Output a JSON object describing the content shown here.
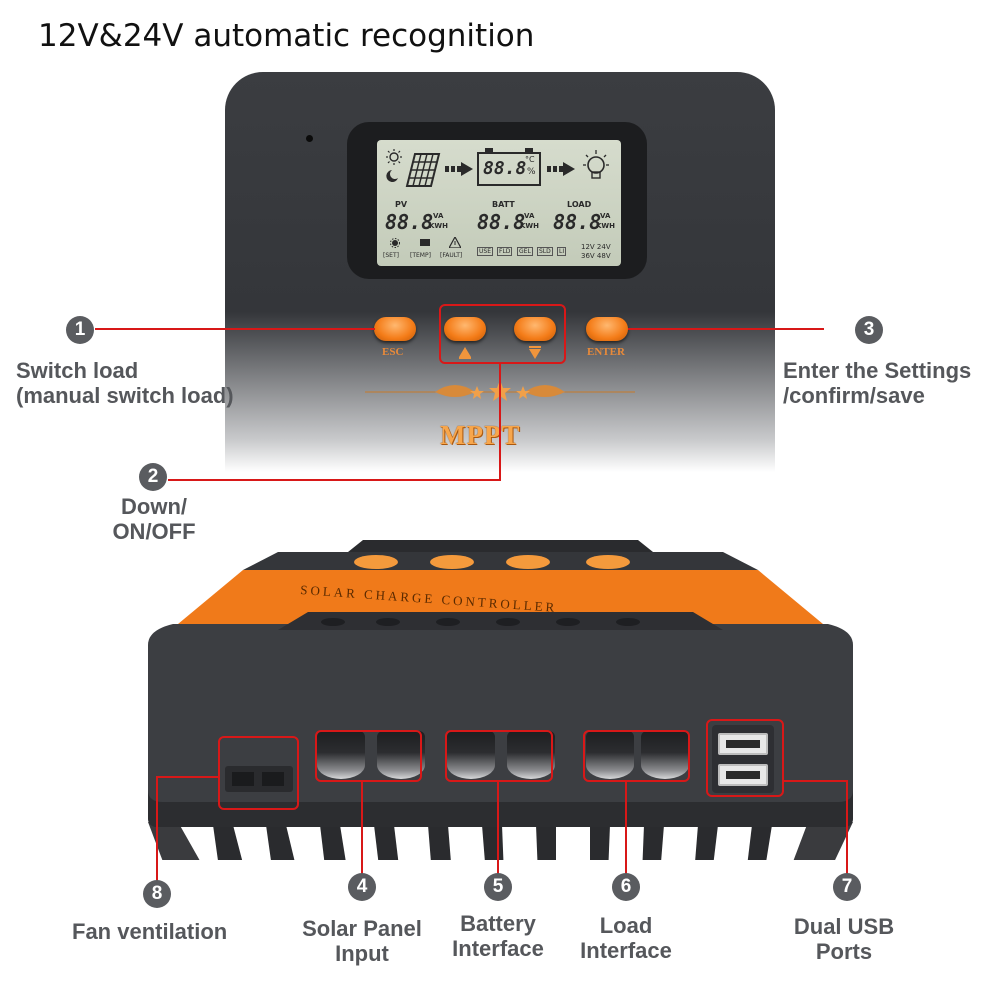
{
  "header": {
    "title": "12V&24V automatic recognition"
  },
  "lcd": {
    "center_digits": "88.8",
    "center_units_top": "°C",
    "center_units_bottom": "%",
    "pv": {
      "label": "PV",
      "value": "88.8",
      "unit_top": "VA",
      "unit_bottom": "KWH"
    },
    "batt": {
      "label": "BATT",
      "value": "88.8",
      "unit_top": "VA",
      "unit_bottom": "KWH"
    },
    "load": {
      "label": "LOAD",
      "value": "88.8",
      "unit_top": "VA",
      "unit_bottom": "KWH"
    },
    "status": [
      "[SET]",
      "[TEMP]",
      "[FAULT]"
    ],
    "battery_types": [
      "USE",
      "FLD",
      "GEL",
      "SLD",
      "LI"
    ],
    "voltages_row1": "12V 24V",
    "voltages_row2": "36V 48V"
  },
  "buttons": {
    "esc": "ESC",
    "enter": "ENTER"
  },
  "brand": {
    "logo": "MPPT",
    "top_face": "SOLAR CHARGE CONTROLLER"
  },
  "callouts": [
    {
      "number": "1",
      "line1": "Switch load",
      "line2": "(manual switch load)"
    },
    {
      "number": "2",
      "line1": "Down/",
      "line2": "ON/OFF"
    },
    {
      "number": "3",
      "line1": "Enter the Settings",
      "line2": "/confirm/save"
    },
    {
      "number": "4",
      "line1": "Solar Panel",
      "line2": "Input"
    },
    {
      "number": "5",
      "line1": "Battery",
      "line2": "Interface"
    },
    {
      "number": "6",
      "line1": "Load",
      "line2": "Interface"
    },
    {
      "number": "7",
      "line1": "Dual USB",
      "line2": "Ports"
    },
    {
      "number": "8",
      "line1": "Fan ventilation"
    }
  ],
  "colors": {
    "accent_orange": "#f47c18",
    "callout_red": "#d81818",
    "device_body": "#3a3c40",
    "label_gray": "#55575b"
  }
}
